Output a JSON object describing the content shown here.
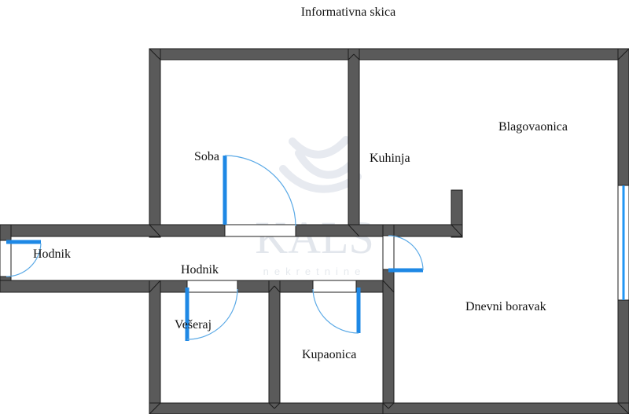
{
  "title": "Informativna skica",
  "watermark": {
    "brand": "KALS",
    "subtitle": "nekretnine"
  },
  "rooms": {
    "soba": "Soba",
    "kuhinja": "Kuhinja",
    "blagovaonica": "Blagovaonica",
    "hodnik_left": "Hodnik",
    "hodnik_center": "Hodnik",
    "veseraj": "Vešeraj",
    "kupaonica": "Kupaonica",
    "dnevni_boravak": "Dnevni boravak"
  },
  "colors": {
    "wall_fill": "#5a5a5a",
    "wall_outline": "#1c1c1c",
    "door_blue": "#1e88e5",
    "door_arc": "#5aa9e6",
    "window_blue": "#2196f3",
    "background": "#ffffff"
  }
}
